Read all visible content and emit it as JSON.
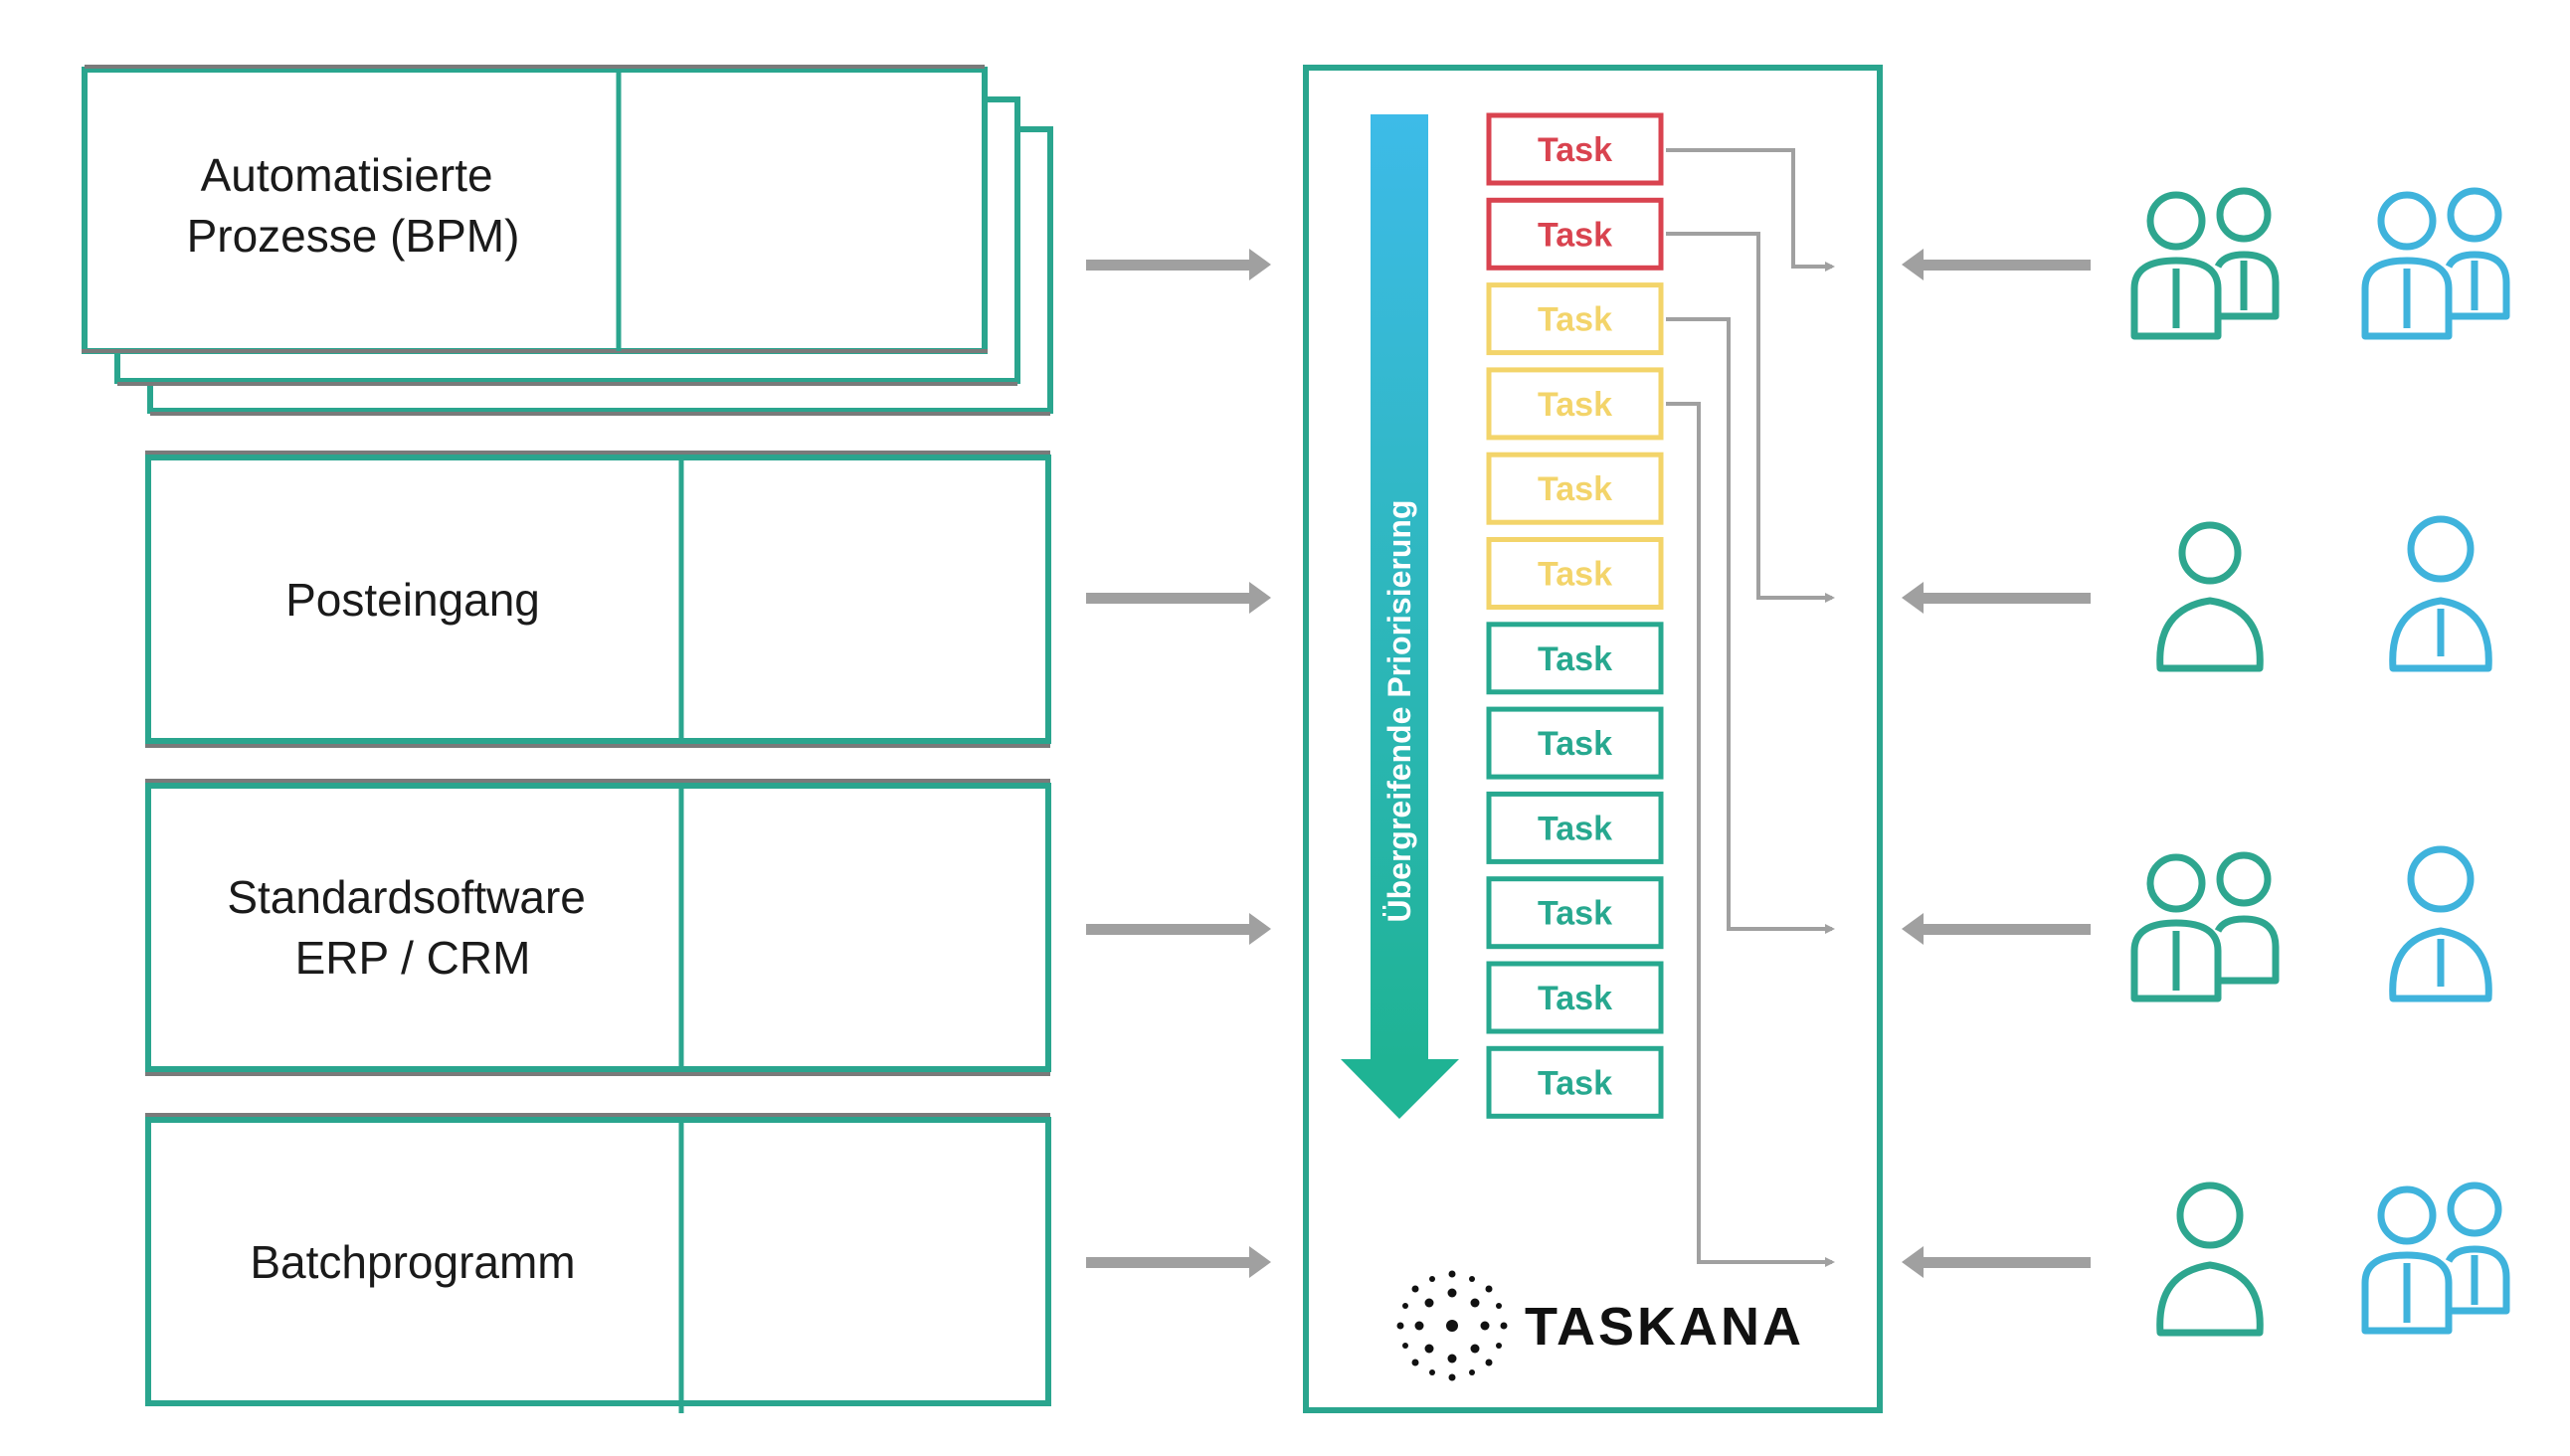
{
  "sources": [
    {
      "lines": [
        "Automatisierte",
        "Prozesse (BPM)"
      ]
    },
    {
      "lines": [
        "Posteingang"
      ]
    },
    {
      "lines": [
        "Standardsoftware",
        "ERP / CRM"
      ]
    },
    {
      "lines": [
        "Batchprogramm"
      ]
    }
  ],
  "queue": {
    "priority_label": "Übergreifende Priorisierung",
    "tasks": [
      {
        "label": "Task",
        "priority": "high"
      },
      {
        "label": "Task",
        "priority": "high"
      },
      {
        "label": "Task",
        "priority": "medium"
      },
      {
        "label": "Task",
        "priority": "medium"
      },
      {
        "label": "Task",
        "priority": "medium"
      },
      {
        "label": "Task",
        "priority": "medium"
      },
      {
        "label": "Task",
        "priority": "low"
      },
      {
        "label": "Task",
        "priority": "low"
      },
      {
        "label": "Task",
        "priority": "low"
      },
      {
        "label": "Task",
        "priority": "low"
      },
      {
        "label": "Task",
        "priority": "low"
      },
      {
        "label": "Task",
        "priority": "low"
      }
    ],
    "brand": "TASKANA"
  },
  "colors": {
    "box_border": "#2aa58e",
    "box_shadow": "#7a7a7a",
    "arrow": "#a0a0a0",
    "high": "#d9434f",
    "medium": "#f3d46a",
    "low": "#27a88f",
    "gradient_top": "#3dbbe8",
    "gradient_bottom": "#1fb394",
    "people_green": "#2ea68f",
    "people_blue": "#3fb3dc"
  },
  "people_groups": [
    {
      "left": "group-of-two-icon",
      "right": "group-of-two-icon"
    },
    {
      "left": "person-icon",
      "right": "person-icon"
    },
    {
      "left": "group-of-two-icon",
      "right": "person-icon"
    },
    {
      "left": "person-icon",
      "right": "group-of-two-icon"
    }
  ]
}
